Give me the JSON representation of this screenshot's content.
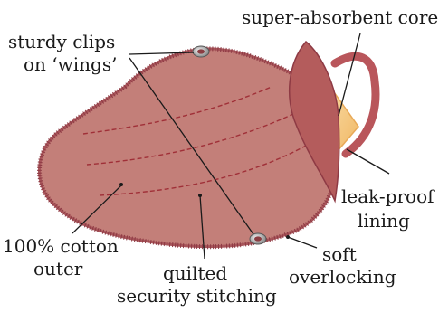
{
  "colors": {
    "fabric_outer": "#c37f79",
    "fabric_edge": "#a8555a",
    "stitch": "#a03038",
    "wing_inner": "#b45c5c",
    "core": "#f4c98a",
    "clip_metal": "#a0a0a0",
    "text": "#1a1a1a"
  },
  "labels": {
    "clips_line1": "sturdy clips",
    "clips_line2": "on ‘wings’",
    "core": "super-absorbent core",
    "lining_line1": "leak-proof",
    "lining_line2": "lining",
    "outer_line1": "100% cotton",
    "outer_line2": "outer",
    "stitch_line1": "quilted",
    "stitch_line2": "security stitching",
    "overlock_line1": "soft",
    "overlock_line2": "overlocking"
  }
}
